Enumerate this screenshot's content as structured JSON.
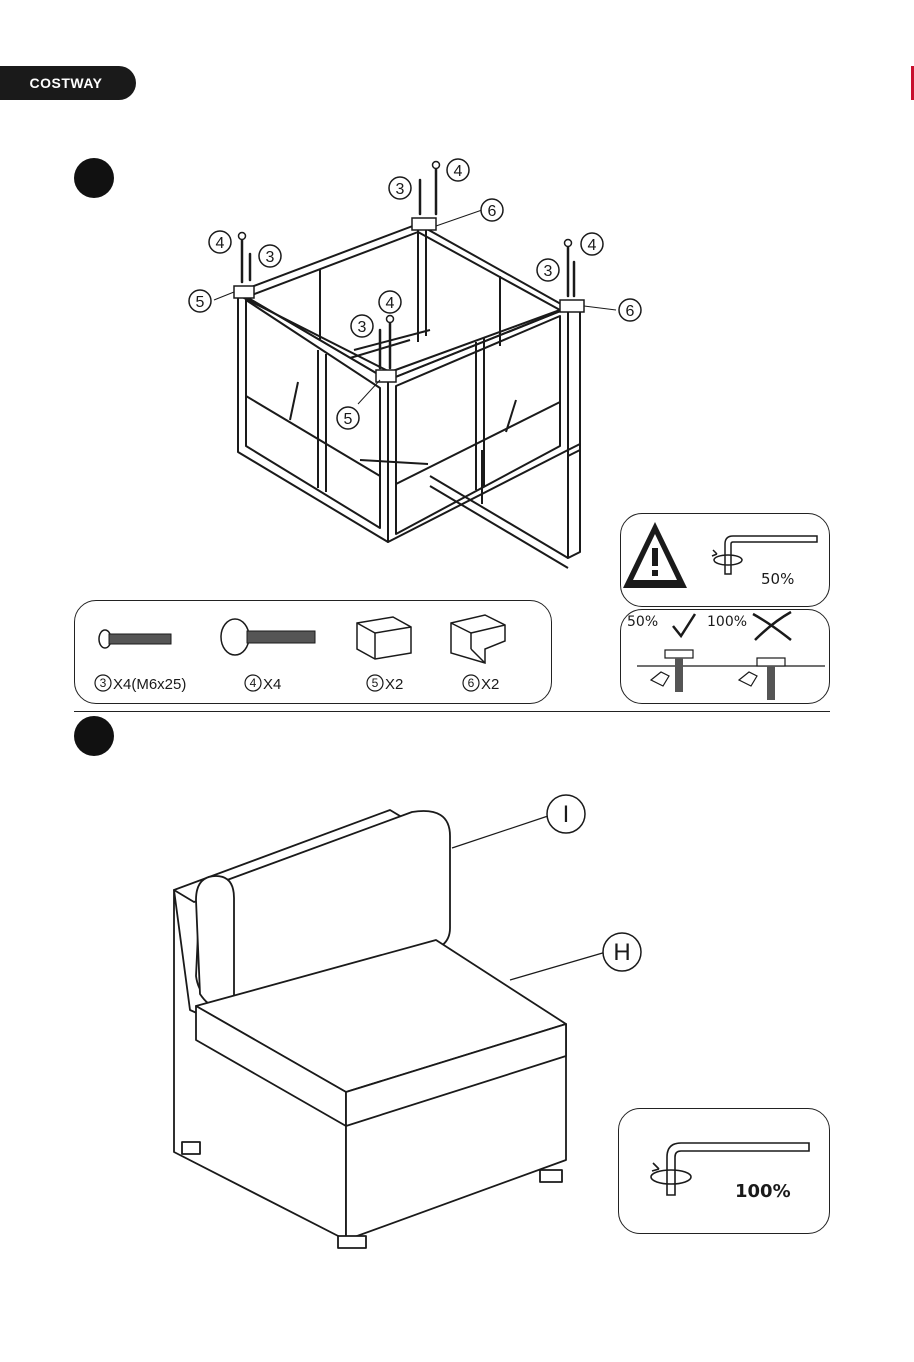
{
  "header": {
    "brand": "COSTWAY"
  },
  "step1": {
    "callouts": {
      "bolt_short": "3",
      "bolt_long": "4",
      "bracket_straight": "5",
      "bracket_corner": "6"
    },
    "parts": [
      {
        "num": "3",
        "qty": "X4(M6x25)"
      },
      {
        "num": "4",
        "qty": "X4"
      },
      {
        "num": "5",
        "qty": "X2"
      },
      {
        "num": "6",
        "qty": "X2"
      }
    ],
    "warning": {
      "tighten_pct": "50%",
      "ok_pct": "50%",
      "bad_pct": "100%"
    }
  },
  "step2": {
    "callouts": {
      "back_cushion": "I",
      "seat_cushion": "H"
    },
    "tighten_pct": "100%"
  }
}
